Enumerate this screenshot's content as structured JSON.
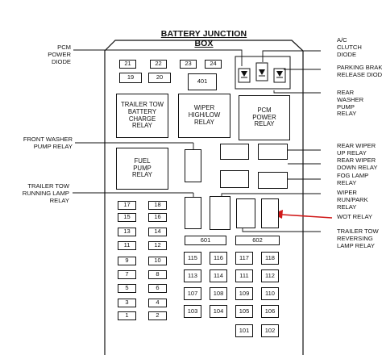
{
  "title": "BATTERY JUNCTION BOX",
  "labels_left": {
    "pcm_power_diode": [
      "PCM",
      "POWER",
      "DIODE"
    ],
    "front_washer_pump_relay": [
      "FRONT WASHER",
      "PUMP RELAY"
    ],
    "trailer_tow_running_lamp_relay": [
      "TRAILER TOW",
      "RUNNING LAMP",
      "RELAY"
    ]
  },
  "labels_right": {
    "ac_clutch_diode": [
      "A/C",
      "CLUTCH",
      "DIODE"
    ],
    "parking_brake_release_diode": [
      "PARKING BRAKE",
      "RELEASE DIODE"
    ],
    "rear_washer_pump_relay": [
      "REAR",
      "WASHER",
      "PUMP",
      "RELAY"
    ],
    "rear_wiper_up_relay": [
      "REAR WIPER",
      "UP RELAY"
    ],
    "rear_wiper_down_relay": [
      "REAR WIPER",
      "DOWN RELAY"
    ],
    "fog_lamp_relay": [
      "FOG LAMP",
      "RELAY"
    ],
    "wiper_run_park_relay": [
      "WIPER",
      "RUN/PARK",
      "RELAY"
    ],
    "wot_relay": [
      "WOT RELAY"
    ],
    "trailer_tow_reversing_lamp_relay": [
      "TRAILER TOW",
      "REVERSING",
      "LAMP RELAY"
    ]
  },
  "relays": {
    "trailer_tow_battery_charge": [
      "TRAILER TOW",
      "BATTERY",
      "CHARGE",
      "RELAY"
    ],
    "wiper_high_low": [
      "WIPER",
      "HIGH/LOW",
      "RELAY"
    ],
    "pcm_power": [
      "PCM",
      "POWER",
      "RELAY"
    ],
    "fuel_pump": [
      "FUEL",
      "PUMP",
      "RELAY"
    ]
  },
  "fuses": {
    "top_row": [
      "21",
      "22",
      "23",
      "24"
    ],
    "row2": [
      "19",
      "20"
    ],
    "f401": "401",
    "f601": "601",
    "f602": "602",
    "left_pairs": [
      [
        "17",
        "18"
      ],
      [
        "15",
        "16"
      ],
      [
        "13",
        "14"
      ],
      [
        "11",
        "12"
      ],
      [
        "9",
        "10"
      ],
      [
        "7",
        "8"
      ],
      [
        "5",
        "6"
      ],
      [
        "3",
        "4"
      ],
      [
        "1",
        "2"
      ]
    ],
    "right_grid": [
      [
        "115",
        "116",
        "117",
        "118"
      ],
      [
        "113",
        "114",
        "111",
        "112"
      ],
      [
        "107",
        "108",
        "109",
        "110"
      ],
      [
        "103",
        "104",
        "105",
        "106"
      ]
    ],
    "bottom_pair": [
      "101",
      "102"
    ]
  },
  "colors": {
    "line": "#111111",
    "arrow": "#d01818"
  }
}
